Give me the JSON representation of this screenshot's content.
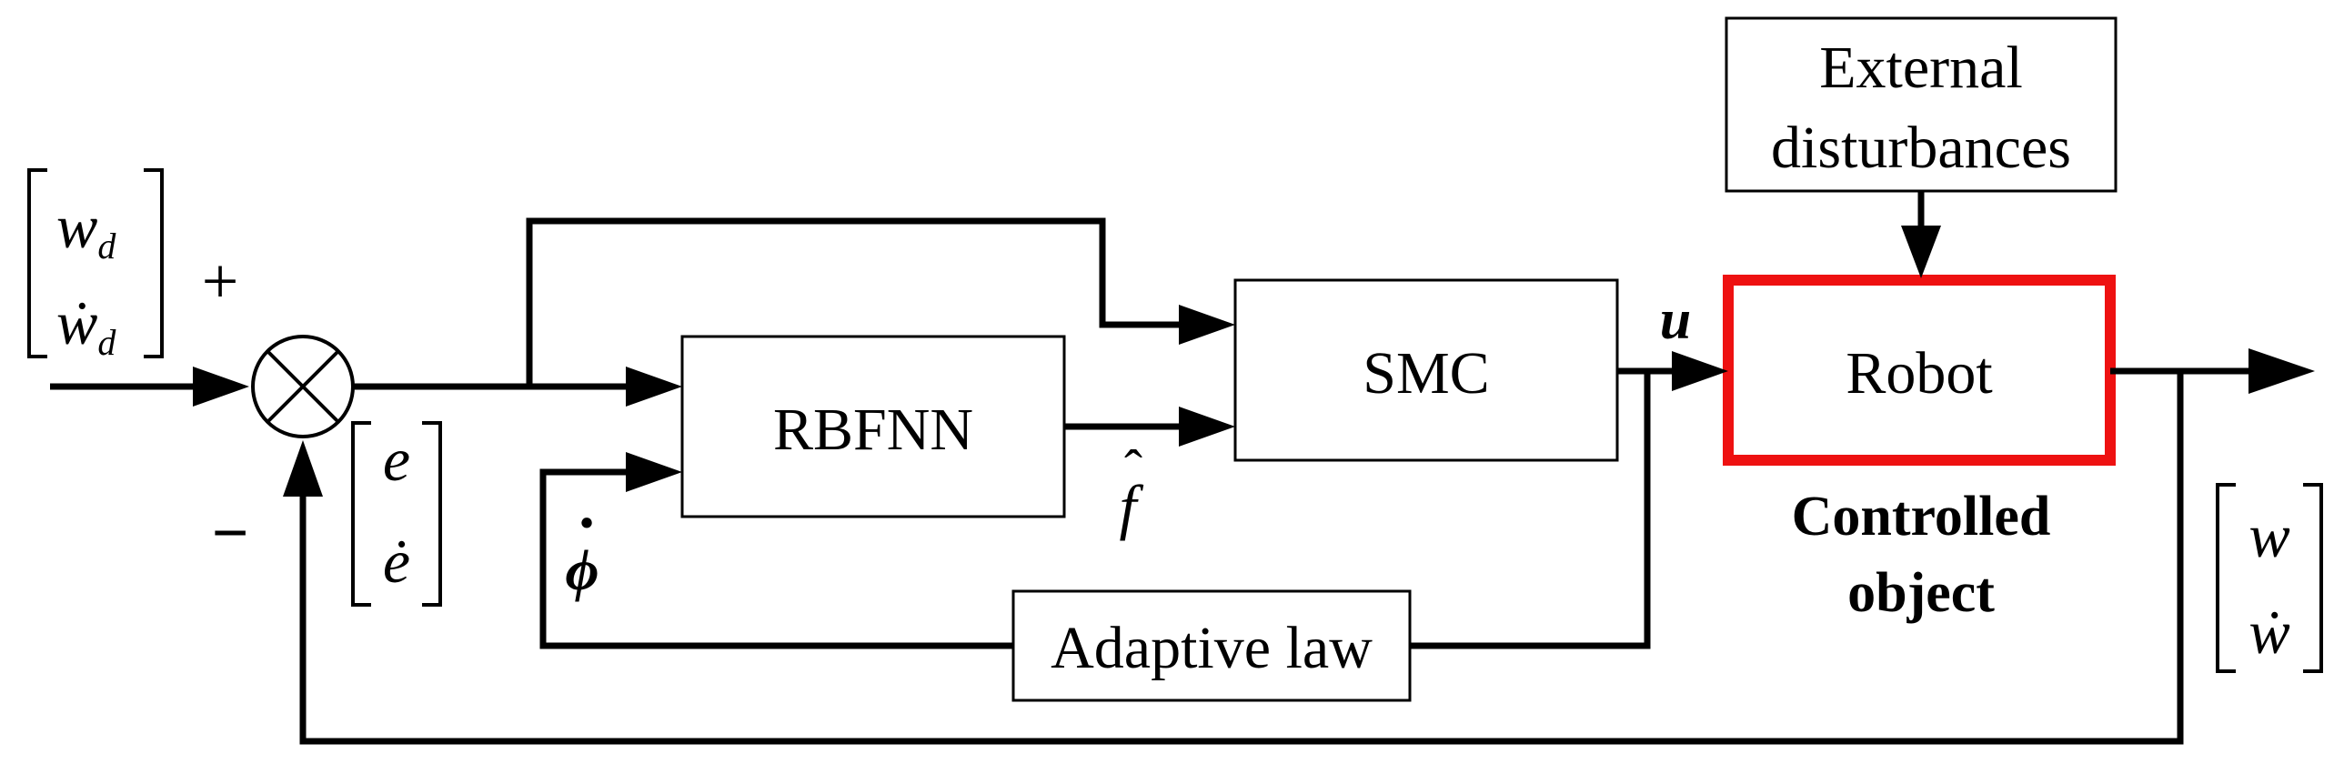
{
  "blocks": {
    "external_disturbances": {
      "line1": "External",
      "line2": "disturbances"
    },
    "rbfnn": "RBFNN",
    "smc": "SMC",
    "robot": "Robot",
    "adaptive_law": "Adaptive law"
  },
  "controlled_object": {
    "line1": "Controlled",
    "line2": "object"
  },
  "signals": {
    "plus": "+",
    "minus": "−",
    "u": "u",
    "f_hat": "f",
    "hat_mark": "ˆ",
    "phi_dot": "ϕ",
    "dot_mark": "·"
  },
  "vectors": {
    "desired": {
      "top_base": "w",
      "top_sub": "d",
      "bottom_base": "ẇ",
      "bottom_sub": "d"
    },
    "error": {
      "top": "e",
      "bottom": "ė"
    },
    "output": {
      "top": "w",
      "bottom": "ẇ"
    }
  },
  "colors": {
    "robot_border": "#ee1111",
    "line": "#000000",
    "background": "#ffffff"
  }
}
